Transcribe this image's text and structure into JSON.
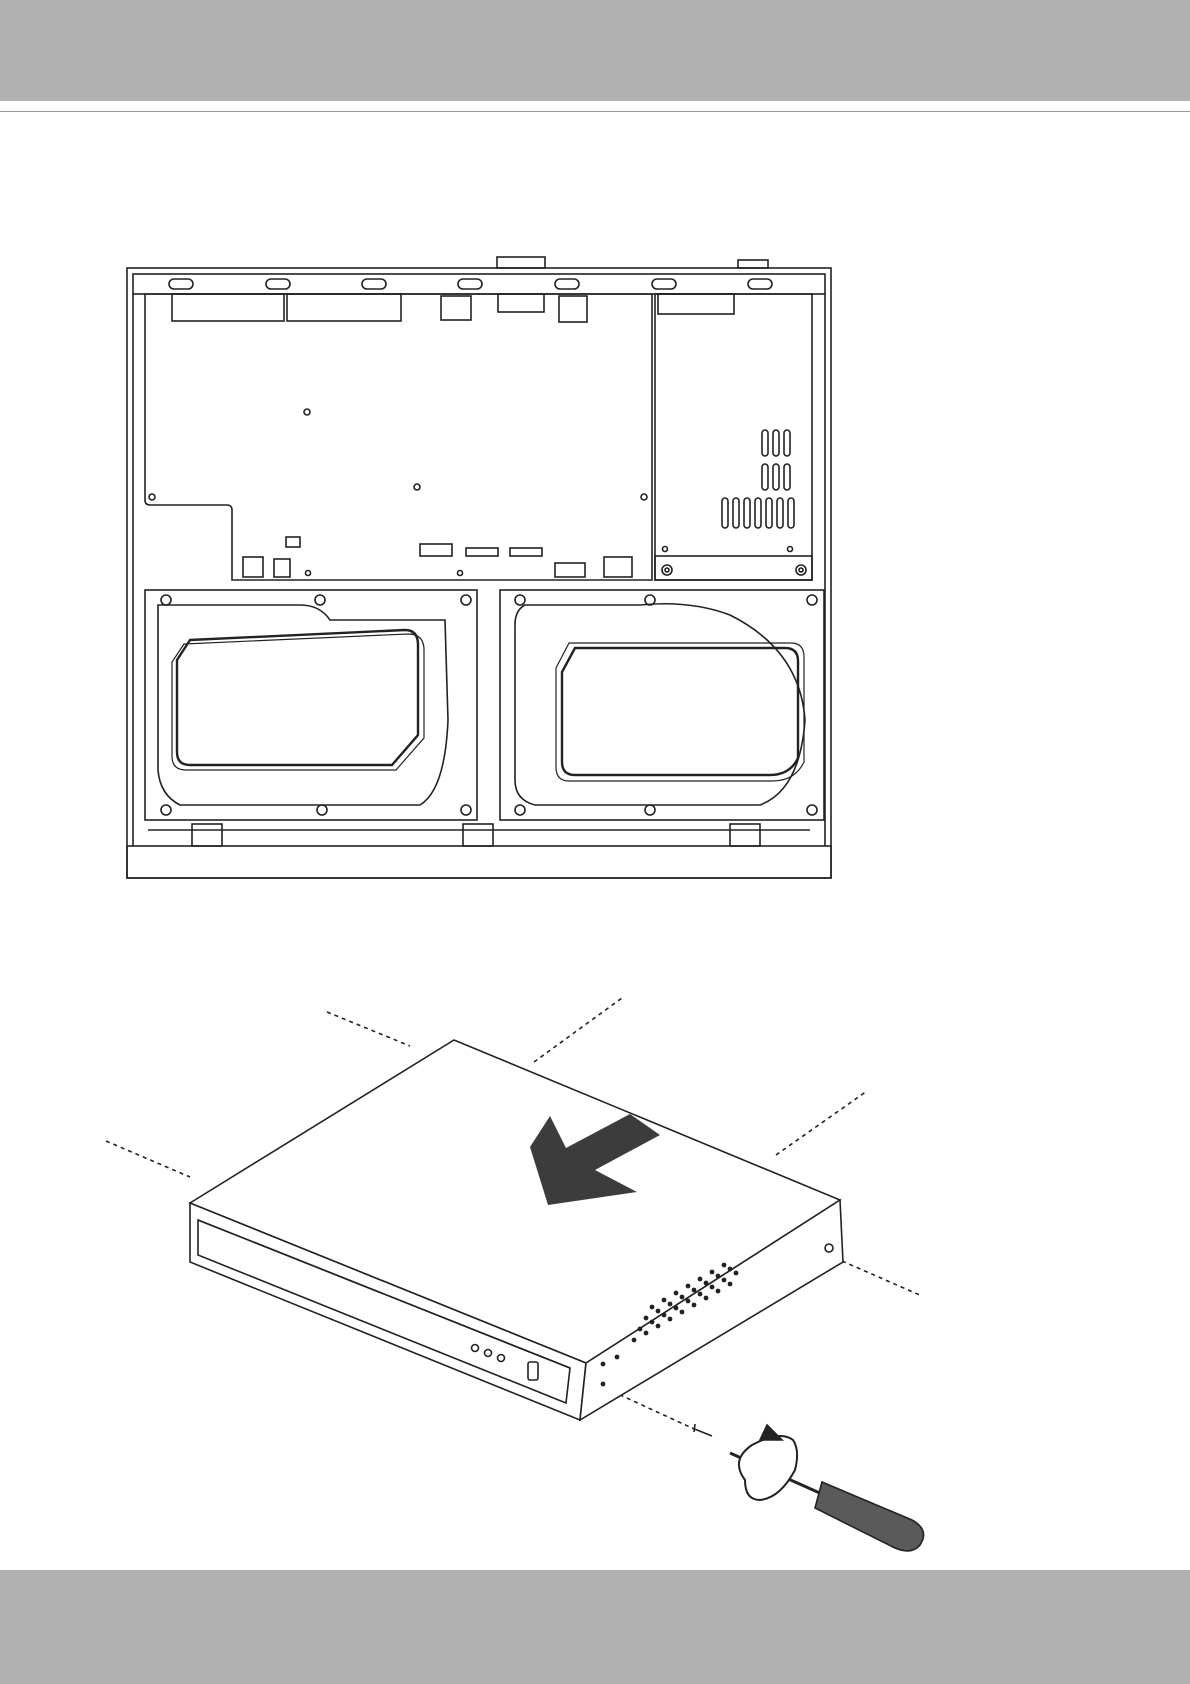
{
  "header": {
    "band_color": "#b1b1b1",
    "rule_color": "#9a9a9a"
  },
  "footer": {
    "band_color": "#b1b1b1"
  },
  "illustrations": {
    "chassis_top_view": {
      "drive_bays": 2,
      "icon": "nvr-chassis-open-top-view"
    },
    "cover_installation": {
      "icon": "nvr-cover-slide-and-screw",
      "arrow_color": "#3c3c3c",
      "tool_icon": "screwdriver-icon"
    }
  }
}
